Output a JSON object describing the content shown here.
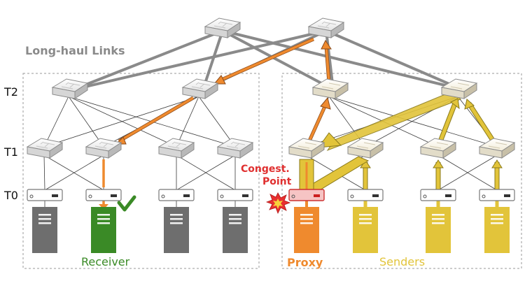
{
  "labels": {
    "long_haul": "Long-haul Links",
    "tier_t2": "T2",
    "tier_t1": "T1",
    "tier_t0": "T0",
    "congest_line1": "Congest.",
    "congest_line2": "Point",
    "receiver": "Receiver",
    "proxy": "Proxy",
    "senders": "Senders"
  },
  "colors": {
    "receiver": "#3a8a26",
    "proxy": "#ef8a2e",
    "senders": "#e2c43a",
    "server_gray": "#6e6e6e",
    "long_haul_text": "#8a8a8a",
    "congest_text": "#e03030"
  },
  "icons": {
    "switch": "switch-icon",
    "tor": "tor-switch-icon",
    "server": "server-icon",
    "check": "checkmark-icon",
    "burst": "congestion-burst-icon"
  }
}
